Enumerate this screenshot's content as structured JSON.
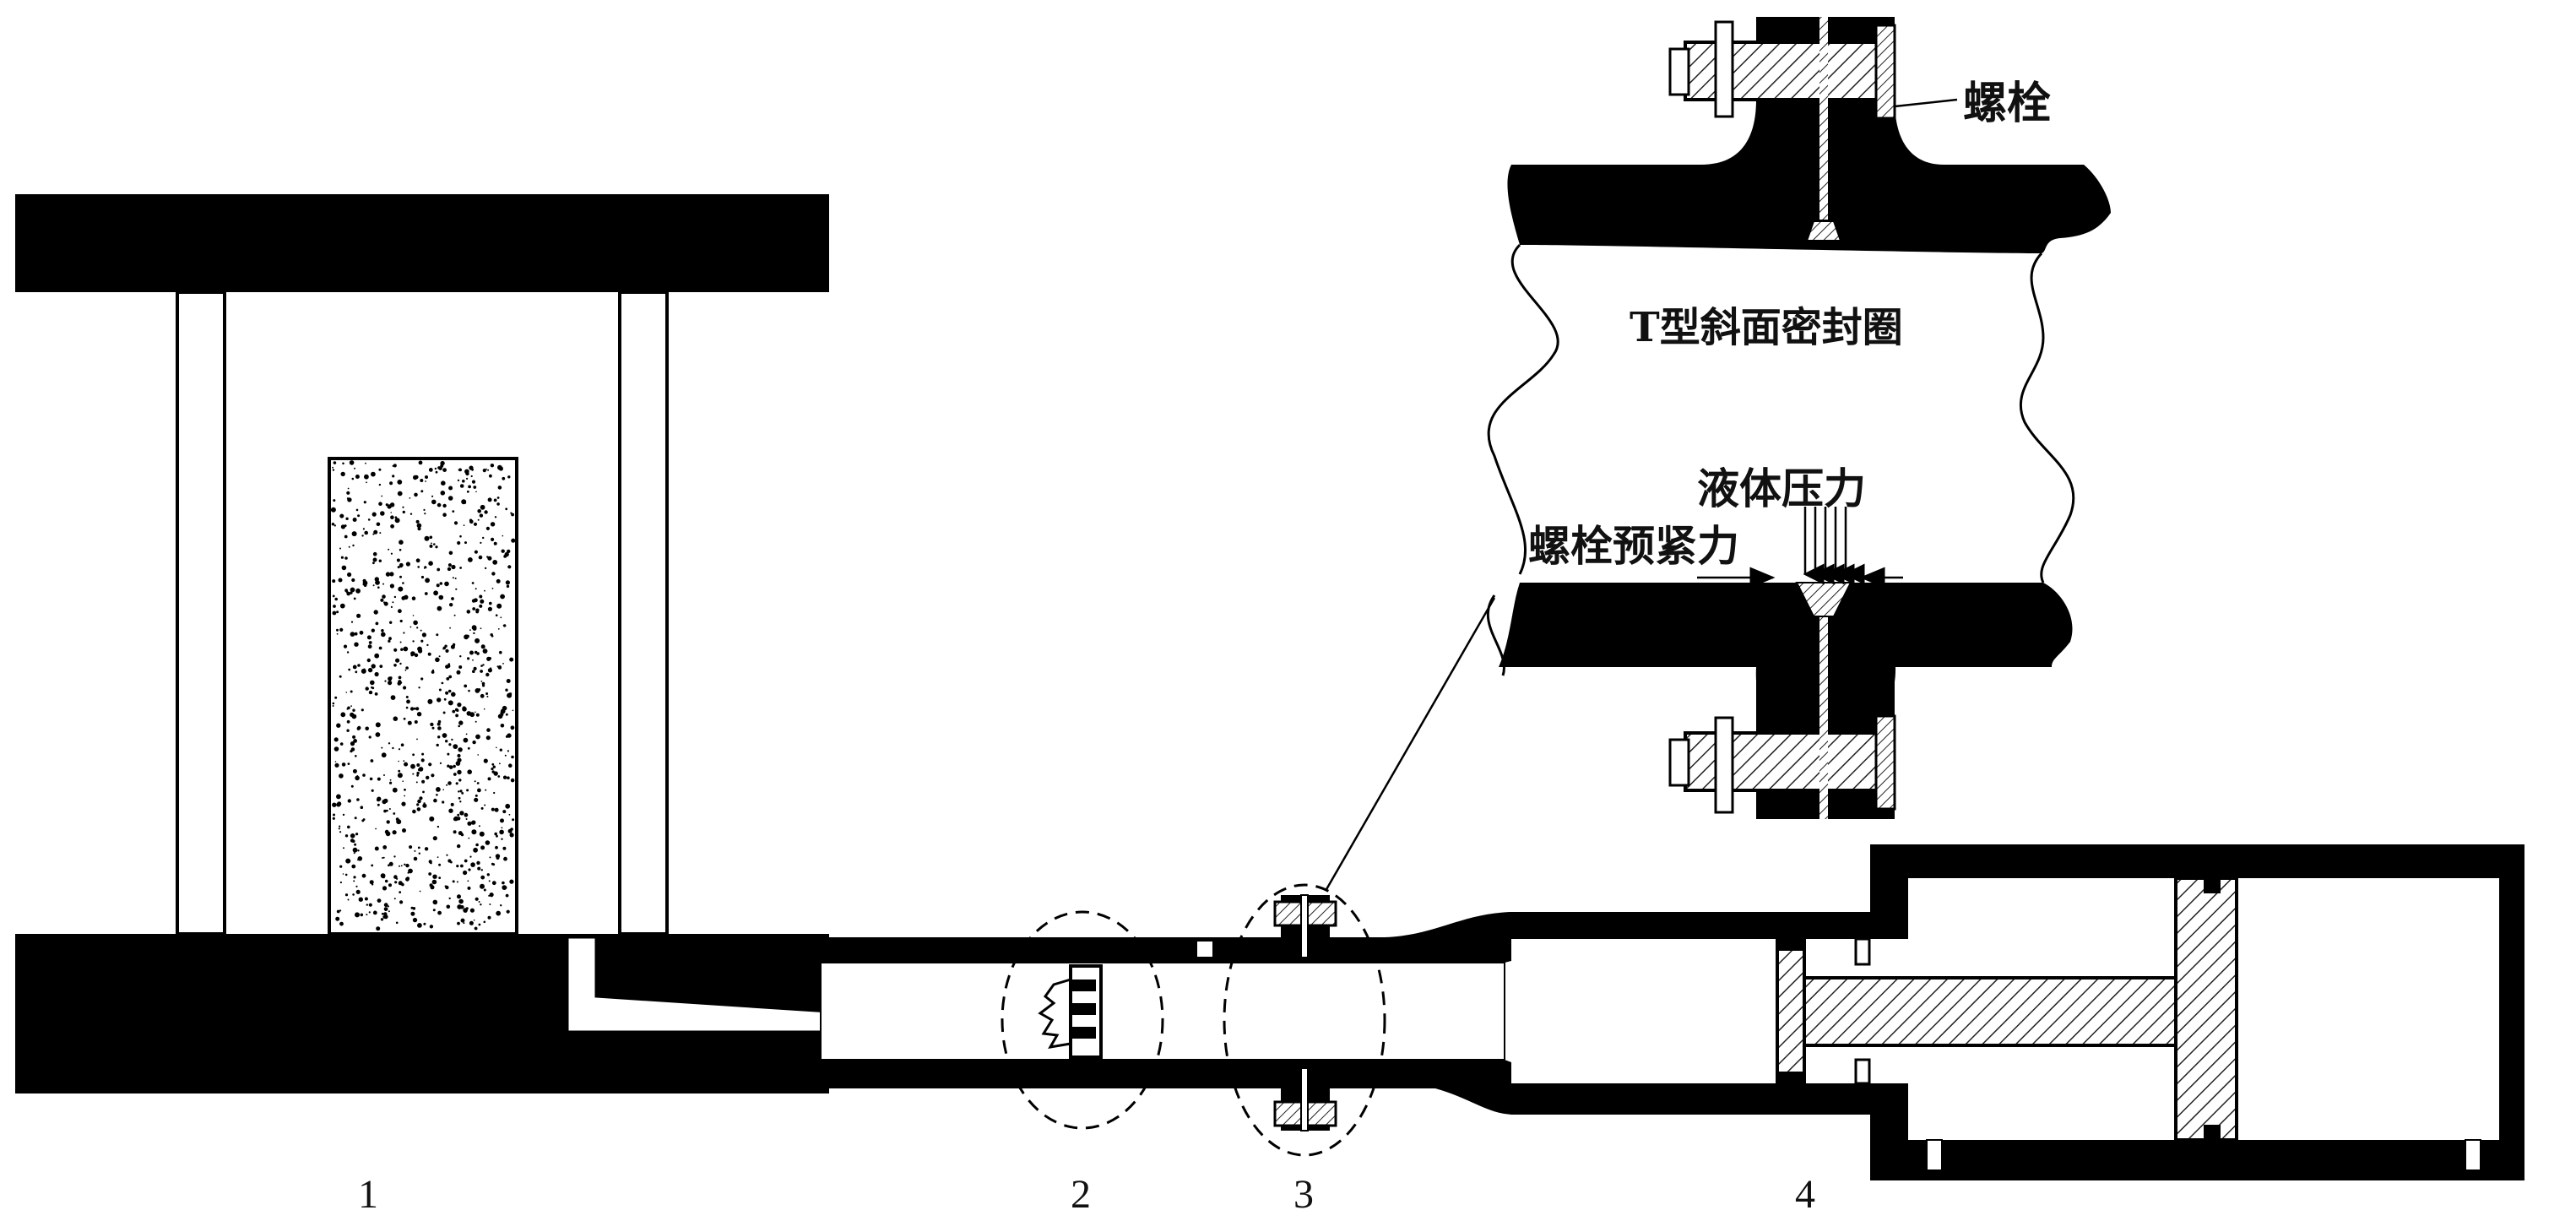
{
  "labels": {
    "bolt": "螺栓",
    "seal": "T型斜面密封圈",
    "liquid_pressure": "液体压力",
    "bolt_preload": "螺栓预紧力"
  },
  "part_numbers": [
    "1",
    "2",
    "3",
    "4"
  ],
  "colors": {
    "ink": "#000000",
    "paper": "#ffffff",
    "hatch": "#222222"
  }
}
